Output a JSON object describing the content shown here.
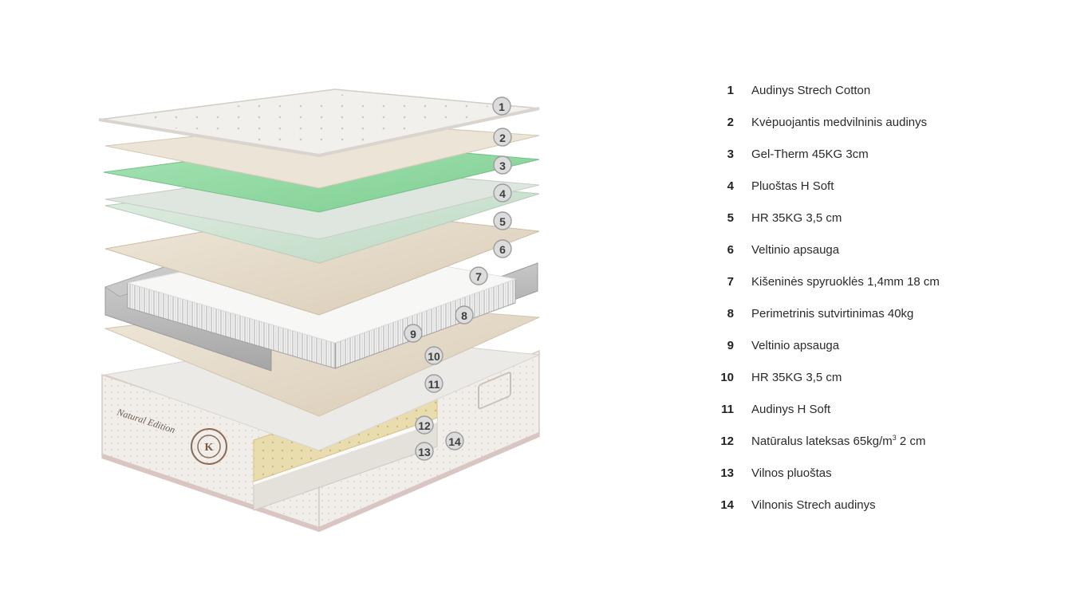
{
  "diagram": {
    "brand_text": "Natural Edition",
    "logo_letter": "K",
    "markers": [
      "1",
      "2",
      "3",
      "4",
      "5",
      "6",
      "7",
      "8",
      "9",
      "10",
      "11",
      "12",
      "13",
      "14"
    ]
  },
  "legend": [
    {
      "num": "1",
      "label": "Audinys Strech Cotton"
    },
    {
      "num": "2",
      "label": "Kvėpuojantis medvilninis audinys"
    },
    {
      "num": "3",
      "label": "Gel-Therm 45KG 3cm"
    },
    {
      "num": "4",
      "label": "Pluoštas H Soft"
    },
    {
      "num": "5",
      "label": "HR 35KG 3,5 cm"
    },
    {
      "num": "6",
      "label": "Veltinio apsauga"
    },
    {
      "num": "7",
      "label": "Kišeninės spyruoklės 1,4mm 18 cm"
    },
    {
      "num": "8",
      "label": "Perimetrinis sutvirtinimas 40kg"
    },
    {
      "num": "9",
      "label": "Veltinio apsauga"
    },
    {
      "num": "10",
      "label": "HR 35KG 3,5 cm"
    },
    {
      "num": "11",
      "label": "Audinys H Soft"
    },
    {
      "num": "12",
      "label": "Natūralus lateksas 65kg/m",
      "sup": "3",
      "suffix": " 2 cm"
    },
    {
      "num": "13",
      "label": "Vilnos pluoštas"
    },
    {
      "num": "14",
      "label": "Vilnonis Strech audinys"
    }
  ],
  "colors": {
    "fabric": "#eeece8",
    "beige": "#e6dccb",
    "green": "#98d9a8",
    "mint": "#cfe6d4",
    "foam_gray": "#b5b5b5",
    "latex": "#e9dcae",
    "base_border": "#d9c6c2"
  }
}
